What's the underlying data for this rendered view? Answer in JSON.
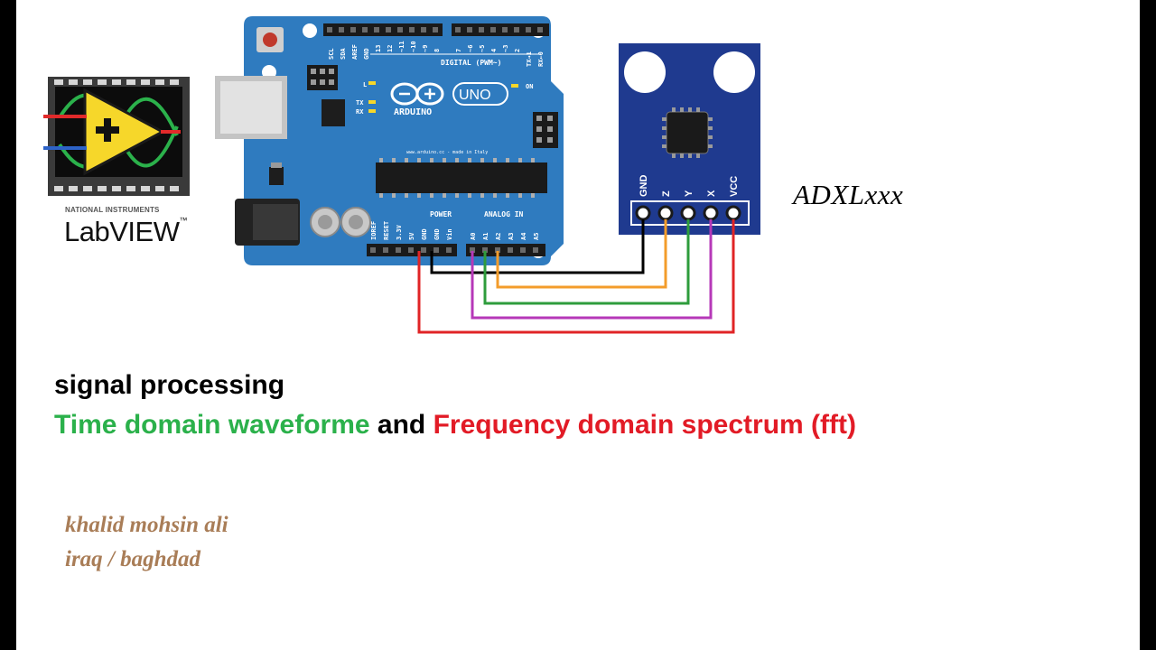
{
  "heading": {
    "title": "signal processing",
    "subtitle_green": "Time domain waveforme",
    "subtitle_and": "and",
    "subtitle_red": "Frequency domain spectrum (fft)"
  },
  "credits": {
    "author": "khalid mohsin ali",
    "location": "iraq / baghdad"
  },
  "labview": {
    "maker": "NATIONAL INSTRUMENTS",
    "name": "LabVIEW",
    "trademark": "™"
  },
  "sensor": {
    "name": "ADXLxxx",
    "pins": [
      "GND",
      "Z",
      "Y",
      "X",
      "VCC"
    ]
  },
  "arduino": {
    "brand": "ARDUINO",
    "model": "UNO",
    "url": "www.arduino.cc - made in Italy",
    "on_label": "ON",
    "digital_label": "DIGITAL (PWM~)",
    "power_label": "POWER",
    "analog_label": "ANALOG IN",
    "led_l": "L",
    "led_tx": "TX",
    "led_rx": "RX",
    "header1_labels": [
      "SCL",
      "SDA",
      "AREF",
      "GND",
      "13",
      "12",
      "~11",
      "~10",
      "~9",
      "8"
    ],
    "header2_labels": [
      "7",
      "~6",
      "~5",
      "4",
      "~3",
      "2",
      "TX→1",
      "RX←0"
    ],
    "power_pins": [
      "IOREF",
      "RESET",
      "3.3V",
      "5V",
      "GND",
      "GND",
      "Vin"
    ],
    "analog_pins": [
      "A0",
      "A1",
      "A2",
      "A3",
      "A4",
      "A5"
    ]
  },
  "colors": {
    "board": "#2f7bbf",
    "sensor_board": "#1f3a8f",
    "wire_gnd": "#000000",
    "wire_z": "#f39c2b",
    "wire_y": "#2e9c3c",
    "wire_x": "#b638b8",
    "wire_vcc": "#e02426",
    "title_green": "#2bb14b",
    "title_red": "#e21b26",
    "credit_brown": "#a97d57"
  }
}
